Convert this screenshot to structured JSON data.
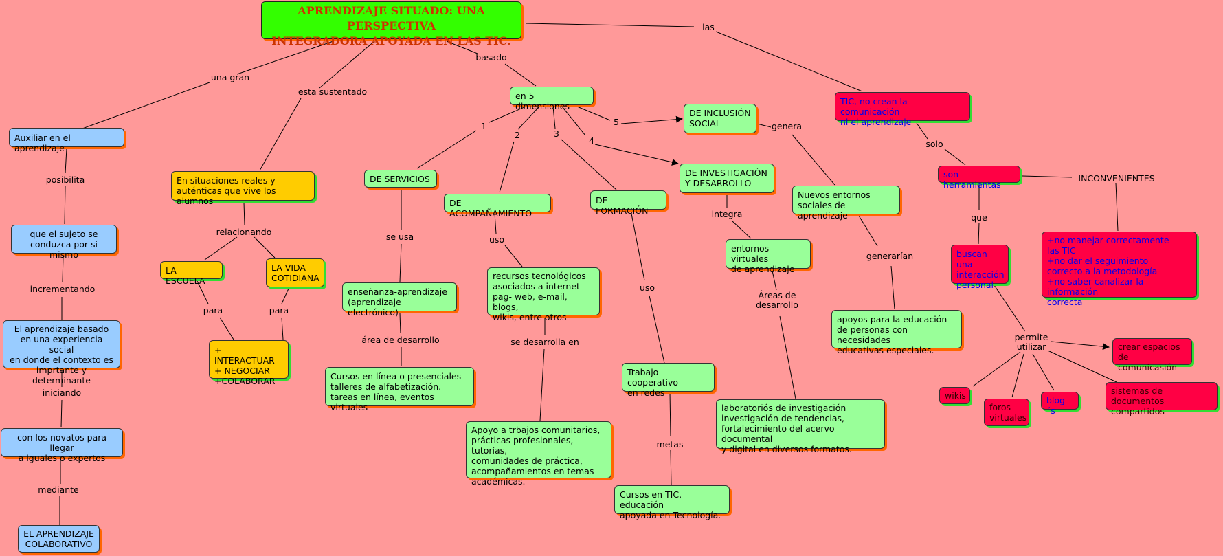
{
  "map": {
    "title": "APRENDIZAJE SITUADO: UNA PERSPECTIVA\nINTEGRADORA APOYADA EN LAS TIC.",
    "nodes": {
      "auxiliar": "Auxiliar en el aprendizaje",
      "sujeto": "que el sujeto se\nconduzca por si mismo",
      "basado_exp": "El aprendizaje basado\nen una experiencia social\nen donde el contexto es\nimprtante y determinante",
      "novatos": "con los novatos para llegar\na iguales o expertos",
      "colaborativo": "EL APRENDIZAJE\nCOLABORATIVO",
      "situaciones": "En situaciones reales y\nauténticas que vive los alumnos",
      "escuela": "LA ESCUELA",
      "vida": "LA VIDA\nCOTIDIANA",
      "interactuar": "+ INTERACTUAR\n+ NEGOCIAR\n+COLABORAR",
      "dimensiones": "en 5 dimensiones",
      "servicios": "DE SERVICIOS",
      "ensenanza": "enseñanza-aprendizaje\n(aprendizaje electrónico)",
      "cursos_linea": "Cursos en línea o presenciales\ntalleres de alfabetización.\ntareas en línea, eventos virtuales",
      "acompanamiento": "DE ACOMPAÑAMIENTO",
      "recursos": "recursos tecnológicos\nasociados a internet\npag- web, e-mail, blogs,\nwikis, entre otros",
      "apoyo": "Apoyo a trbajos comunitarios,\nprácticas profesionales, tutorías,\ncomunidades de práctica,\nacompañamientos en temas\nacadémicas.",
      "formacion": "DE FORMACIÓN",
      "cooperativo": "Trabajo cooperativo\nen redes",
      "cursos_tic": "Cursos en TIC, educación\napoyada en Tecnología.",
      "investigacion": "DE INVESTIGACIÓN\nY DESARROLLO",
      "entornos": "entornos virtuales\nde aprendizaje",
      "laboratorios": "laboratoriós de investigación\ninvestigación de tendencias,\nfortalecimiento del acervo documental\ny digital en diversos formatos.",
      "inclusion": "DE INCLUSIÓN\nSOCIAL",
      "nuevos": "Nuevos entornos\nsociales de aprendizaje",
      "apoyos": "apoyos para la educación\nde personas con necesidades\neducativas especiales.",
      "tic_no": "TIC, no crean la comunicación\nni el aprendizaje",
      "herramientas": "son herramientas",
      "interaccion": "buscan una\ninteracción\npersonal",
      "inconv_list": "+no manejar correctamente\nlas TIC\n+no dar el seguimiento\ncorrecto a la metodología\n+no saber canalizar la información\ncorrecta",
      "espacios": "crear espacios\nde comunicasión",
      "wikis": "wikis",
      "foros": "foros\nvirtuales",
      "blogs": "blog ´s",
      "sistemas": "sistemas de documentos\ncompartidos"
    },
    "labels": {
      "una_gran": "una gran",
      "esta_sustentado": "esta sustentado",
      "basado": "basado",
      "las": "las",
      "posibilita": "posibilita",
      "incrementando": "incrementando",
      "iniciando": "iniciando",
      "mediante": "mediante",
      "relacionando": "relacionando",
      "para1": "para",
      "para2": "para",
      "n1": "1",
      "n2": "2",
      "n3": "3",
      "n4": "4",
      "n5": "5",
      "se_usa": "se usa",
      "area": "área de desarrollo",
      "uso1": "uso",
      "se_desarrolla": "se desarrolla en",
      "uso2": "uso",
      "metas": "metas",
      "integra": "integra",
      "areas": "Áreas de\ndesarrollo",
      "genera": "genera",
      "generarian": "generarían",
      "solo": "solo",
      "que": "que",
      "inconvenientes": "INCONVENIENTES",
      "permite": "permite\nutilizar"
    },
    "colors": {
      "background": "#FF9999",
      "title_fill": "#33FF00",
      "blue_node": "#99CCFF",
      "green_node": "#99FF99",
      "yellow_node": "#FFCC00",
      "red_node": "#FF0044"
    }
  }
}
